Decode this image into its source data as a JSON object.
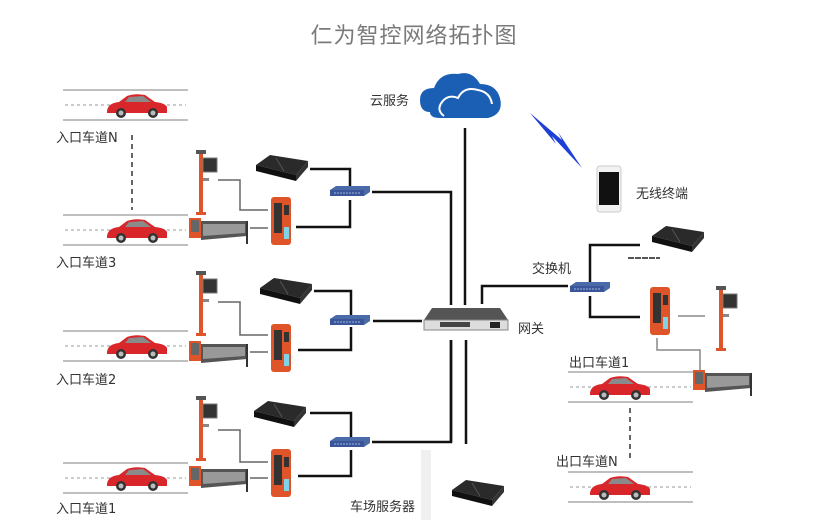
{
  "title": "仁为智控网络拓扑图",
  "labels": {
    "cloud": "云服务",
    "wireless_terminal": "无线终端",
    "switch_right": "交换机",
    "gateway": "网关",
    "parking_server": "车场服务器"
  },
  "entry_lanes": [
    {
      "label": "入口车道N"
    },
    {
      "label": "入口车道3"
    },
    {
      "label": "入口车道2"
    },
    {
      "label": "入口车道1"
    }
  ],
  "exit_lanes": [
    {
      "label": "出口车道1"
    },
    {
      "label": "出口车道N"
    }
  ],
  "colors": {
    "car": "#d9262b",
    "cloud": "#1a5fb4",
    "lightning": "#1d3fd6",
    "switch": "#4a6aa8",
    "pole": "#e0542a",
    "wire": "#111111",
    "wire_light": "#777777",
    "title": "#7a7a7a"
  }
}
